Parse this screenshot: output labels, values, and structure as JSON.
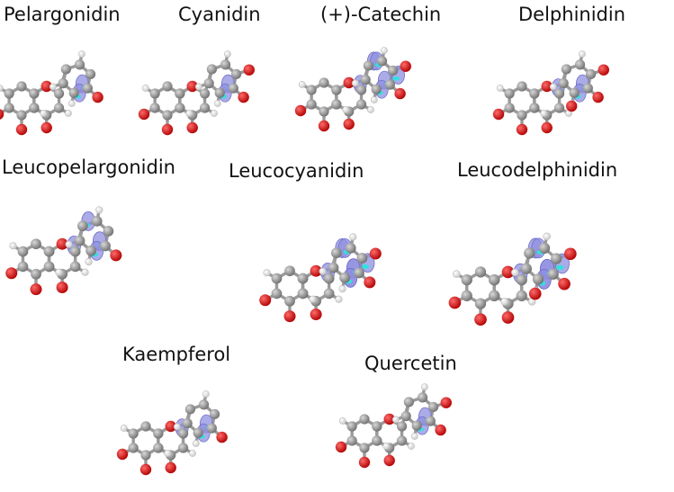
{
  "figure": {
    "colors": {
      "background": "#ffffff",
      "label_text": "#111111",
      "carbon": "#8c8c8c",
      "oxygen": "#d90000",
      "hydrogen": "#f2f2f2",
      "bond": "#9a9a9a",
      "orbital_lobe": "#8f8fe0",
      "orbital_highlight": "#34e0e0"
    },
    "molecules": [
      {
        "name": "Pelargonidin"
      },
      {
        "name": "Cyanidin"
      },
      {
        "name": "(+)-Catechin"
      },
      {
        "name": "Delphinidin"
      },
      {
        "name": "Leucopelargonidin"
      },
      {
        "name": "Leucocyanidin"
      },
      {
        "name": "Leucodelphinidin"
      },
      {
        "name": "Kaempferol"
      },
      {
        "name": "Quercetin"
      }
    ]
  }
}
